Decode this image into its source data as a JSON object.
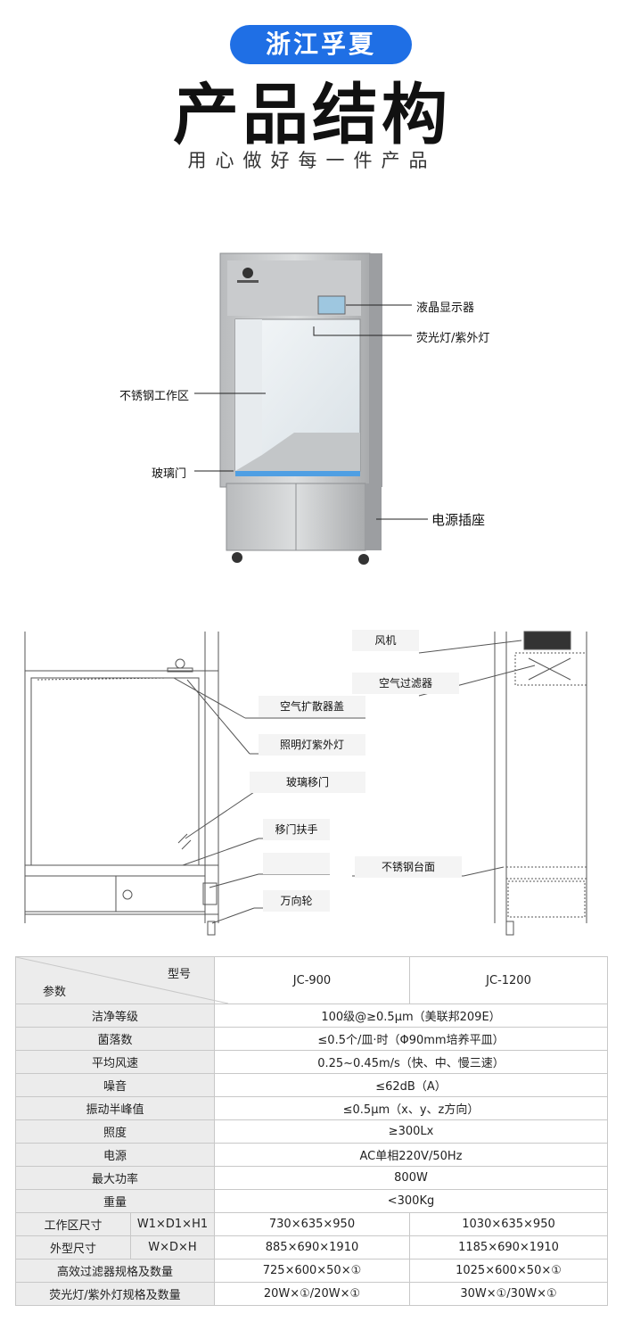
{
  "header": {
    "brand": "浙江孚夏",
    "title": "产品结构",
    "slogan": "用心做好每一件产品"
  },
  "photo": {
    "callouts": {
      "lcd": "液晶显示器",
      "lamp": "荧光灯/紫外灯",
      "workarea": "不锈钢工作区",
      "glass_door": "玻璃门",
      "power": "电源插座"
    }
  },
  "diagram": {
    "labels": {
      "fan": "风机",
      "air_filter": "空气过滤器",
      "diffuser_cover": "空气扩散器盖",
      "lighting_uv": "照明灯紫外灯",
      "glass_sliding_door": "玻璃移门",
      "door_handle": "移门扶手",
      "steel_table": "不锈钢台面",
      "caster": "万向轮"
    }
  },
  "table": {
    "corner_model": "型号",
    "corner_param": "参数",
    "models": [
      "JC-900",
      "JC-1200"
    ],
    "rows_merged": [
      {
        "label": "洁净等级",
        "value": "100级@≥0.5μm（美联邦209E）"
      },
      {
        "label": "菌落数",
        "value": "≤0.5个/皿·时（Φ90mm培养平皿）"
      },
      {
        "label": "平均风速",
        "value": "0.25~0.45m/s（快、中、慢三速）"
      },
      {
        "label": "噪音",
        "value": "≤62dB（A）"
      },
      {
        "label": "振动半峰值",
        "value": "≤0.5μm（x、y、z方向）"
      },
      {
        "label": "照度",
        "value": "≥300Lx"
      },
      {
        "label": "电源",
        "value": "AC单相220V/50Hz"
      },
      {
        "label": "最大功率",
        "value": "800W"
      },
      {
        "label": "重量",
        "value": "<300Kg"
      }
    ],
    "rows_dim": [
      {
        "label": "工作区尺寸",
        "sub": "W1×D1×H1",
        "v1": "730×635×950",
        "v2": "1030×635×950"
      },
      {
        "label": "外型尺寸",
        "sub": "W×D×H",
        "v1": "885×690×1910",
        "v2": "1185×690×1910"
      }
    ],
    "rows_split": [
      {
        "label": "高效过滤器规格及数量",
        "v1": "725×600×50×①",
        "v2": "1025×600×50×①"
      },
      {
        "label": "荧光灯/紫外灯规格及数量",
        "v1": "20W×①/20W×①",
        "v2": "30W×①/30W×①"
      }
    ]
  }
}
